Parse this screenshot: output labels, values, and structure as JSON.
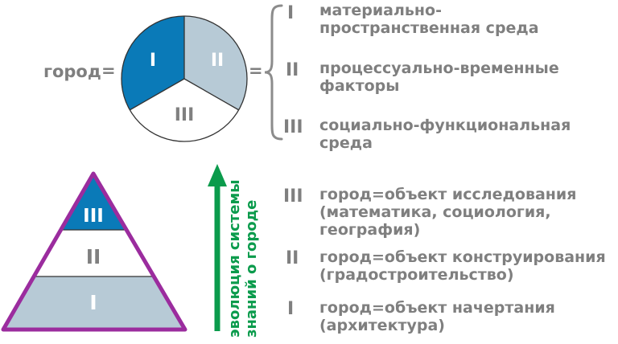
{
  "equation": {
    "left_label": "город",
    "eq_left": "=",
    "eq_right": "="
  },
  "pie": {
    "segments": [
      {
        "numeral": "I",
        "fill": "#0a7ab8",
        "text_color": "#ffffff"
      },
      {
        "numeral": "II",
        "fill": "#b7cad6",
        "text_color": "#ffffff"
      },
      {
        "numeral": "III",
        "fill": "#ffffff",
        "text_color": "#808080"
      }
    ]
  },
  "components": [
    {
      "numeral": "I",
      "lines": [
        "материально-",
        "пространственная среда"
      ]
    },
    {
      "numeral": "II",
      "lines": [
        "процессуально-временные",
        "факторы"
      ]
    },
    {
      "numeral": "III",
      "lines": [
        "социально-функциональная",
        "среда"
      ]
    }
  ],
  "pyramid": {
    "border_color": "#9b2c9e",
    "levels": [
      {
        "numeral": "III",
        "fill": "#0a7ab8",
        "text_color": "#ffffff"
      },
      {
        "numeral": "II",
        "fill": "#ffffff",
        "text_color": "#808080"
      },
      {
        "numeral": "I",
        "fill": "#b7cad6",
        "text_color": "#ffffff"
      }
    ]
  },
  "arrow": {
    "color": "#0b9b4c",
    "lines": [
      "эволюция системы",
      "знаний о городе"
    ]
  },
  "levels": [
    {
      "numeral": "III",
      "lines": [
        "город=объект исследования",
        "(математика, социология,",
        "география)"
      ]
    },
    {
      "numeral": "II",
      "lines": [
        "город=объект конструирования",
        "(градостроительство)"
      ]
    },
    {
      "numeral": "I",
      "lines": [
        "город=объект начертания",
        "(архитектура)"
      ]
    }
  ]
}
